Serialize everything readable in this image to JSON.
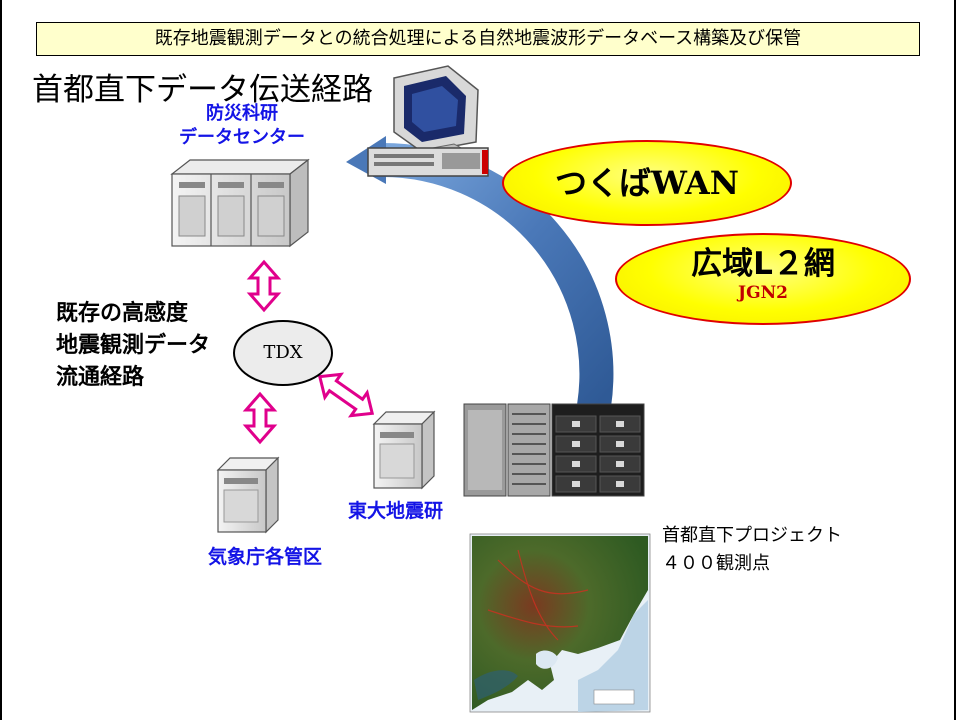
{
  "header": {
    "title": "既存地震観測データとの統合処理による自然地震波形データベース構築及び保管"
  },
  "route_title": "首都直下データ伝送経路",
  "nied": {
    "line1": "防災科研",
    "line2": "データセンター"
  },
  "existing_route": {
    "line1": "既存の高感度",
    "line2": "地震観測データ",
    "line3": "流通経路"
  },
  "tdx_label": "TDX",
  "jma_label": "気象庁各管区",
  "eri_label": "東大地震研",
  "tsukuba_wan": "つくばWAN",
  "wide_l2": {
    "main": "広域L２網",
    "sub": "JGN2"
  },
  "project": {
    "line1": "首都直下プロジェクト",
    "line2": "４００観測点"
  },
  "icons": [
    "desktop-monitor-icon",
    "rack-server-icon",
    "server-cabinet-icon",
    "tower-server-icon",
    "storage-array-icon",
    "kanto-map-image"
  ],
  "colors": {
    "header_bg": "#ffffcc",
    "blue_label": "#1414e6",
    "ellipse_fill": "#ffff00",
    "ellipse_border": "#e00000",
    "arrow_magenta": "#e0008c",
    "arc_blue": "#4a78b8",
    "jgn_text": "#c00000"
  }
}
